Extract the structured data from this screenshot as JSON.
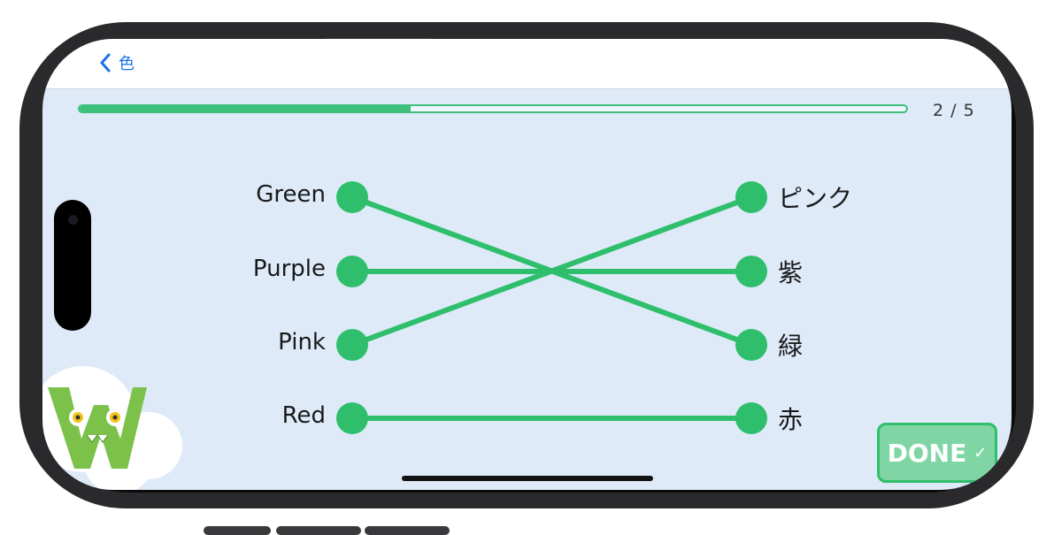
{
  "nav": {
    "back_label": "色"
  },
  "progress": {
    "fraction": 0.4,
    "label": "2 / 5"
  },
  "left_items": [
    "Green",
    "Purple",
    "Pink",
    "Red"
  ],
  "right_items": [
    "ピンク",
    "紫",
    "緑",
    "赤"
  ],
  "connections": [
    [
      0,
      2
    ],
    [
      1,
      1
    ],
    [
      2,
      0
    ],
    [
      3,
      3
    ]
  ],
  "done_label": "DONE",
  "colors": {
    "accent": "#2fbf6c",
    "background": "#deeaf8",
    "link": "#1a73e8"
  }
}
